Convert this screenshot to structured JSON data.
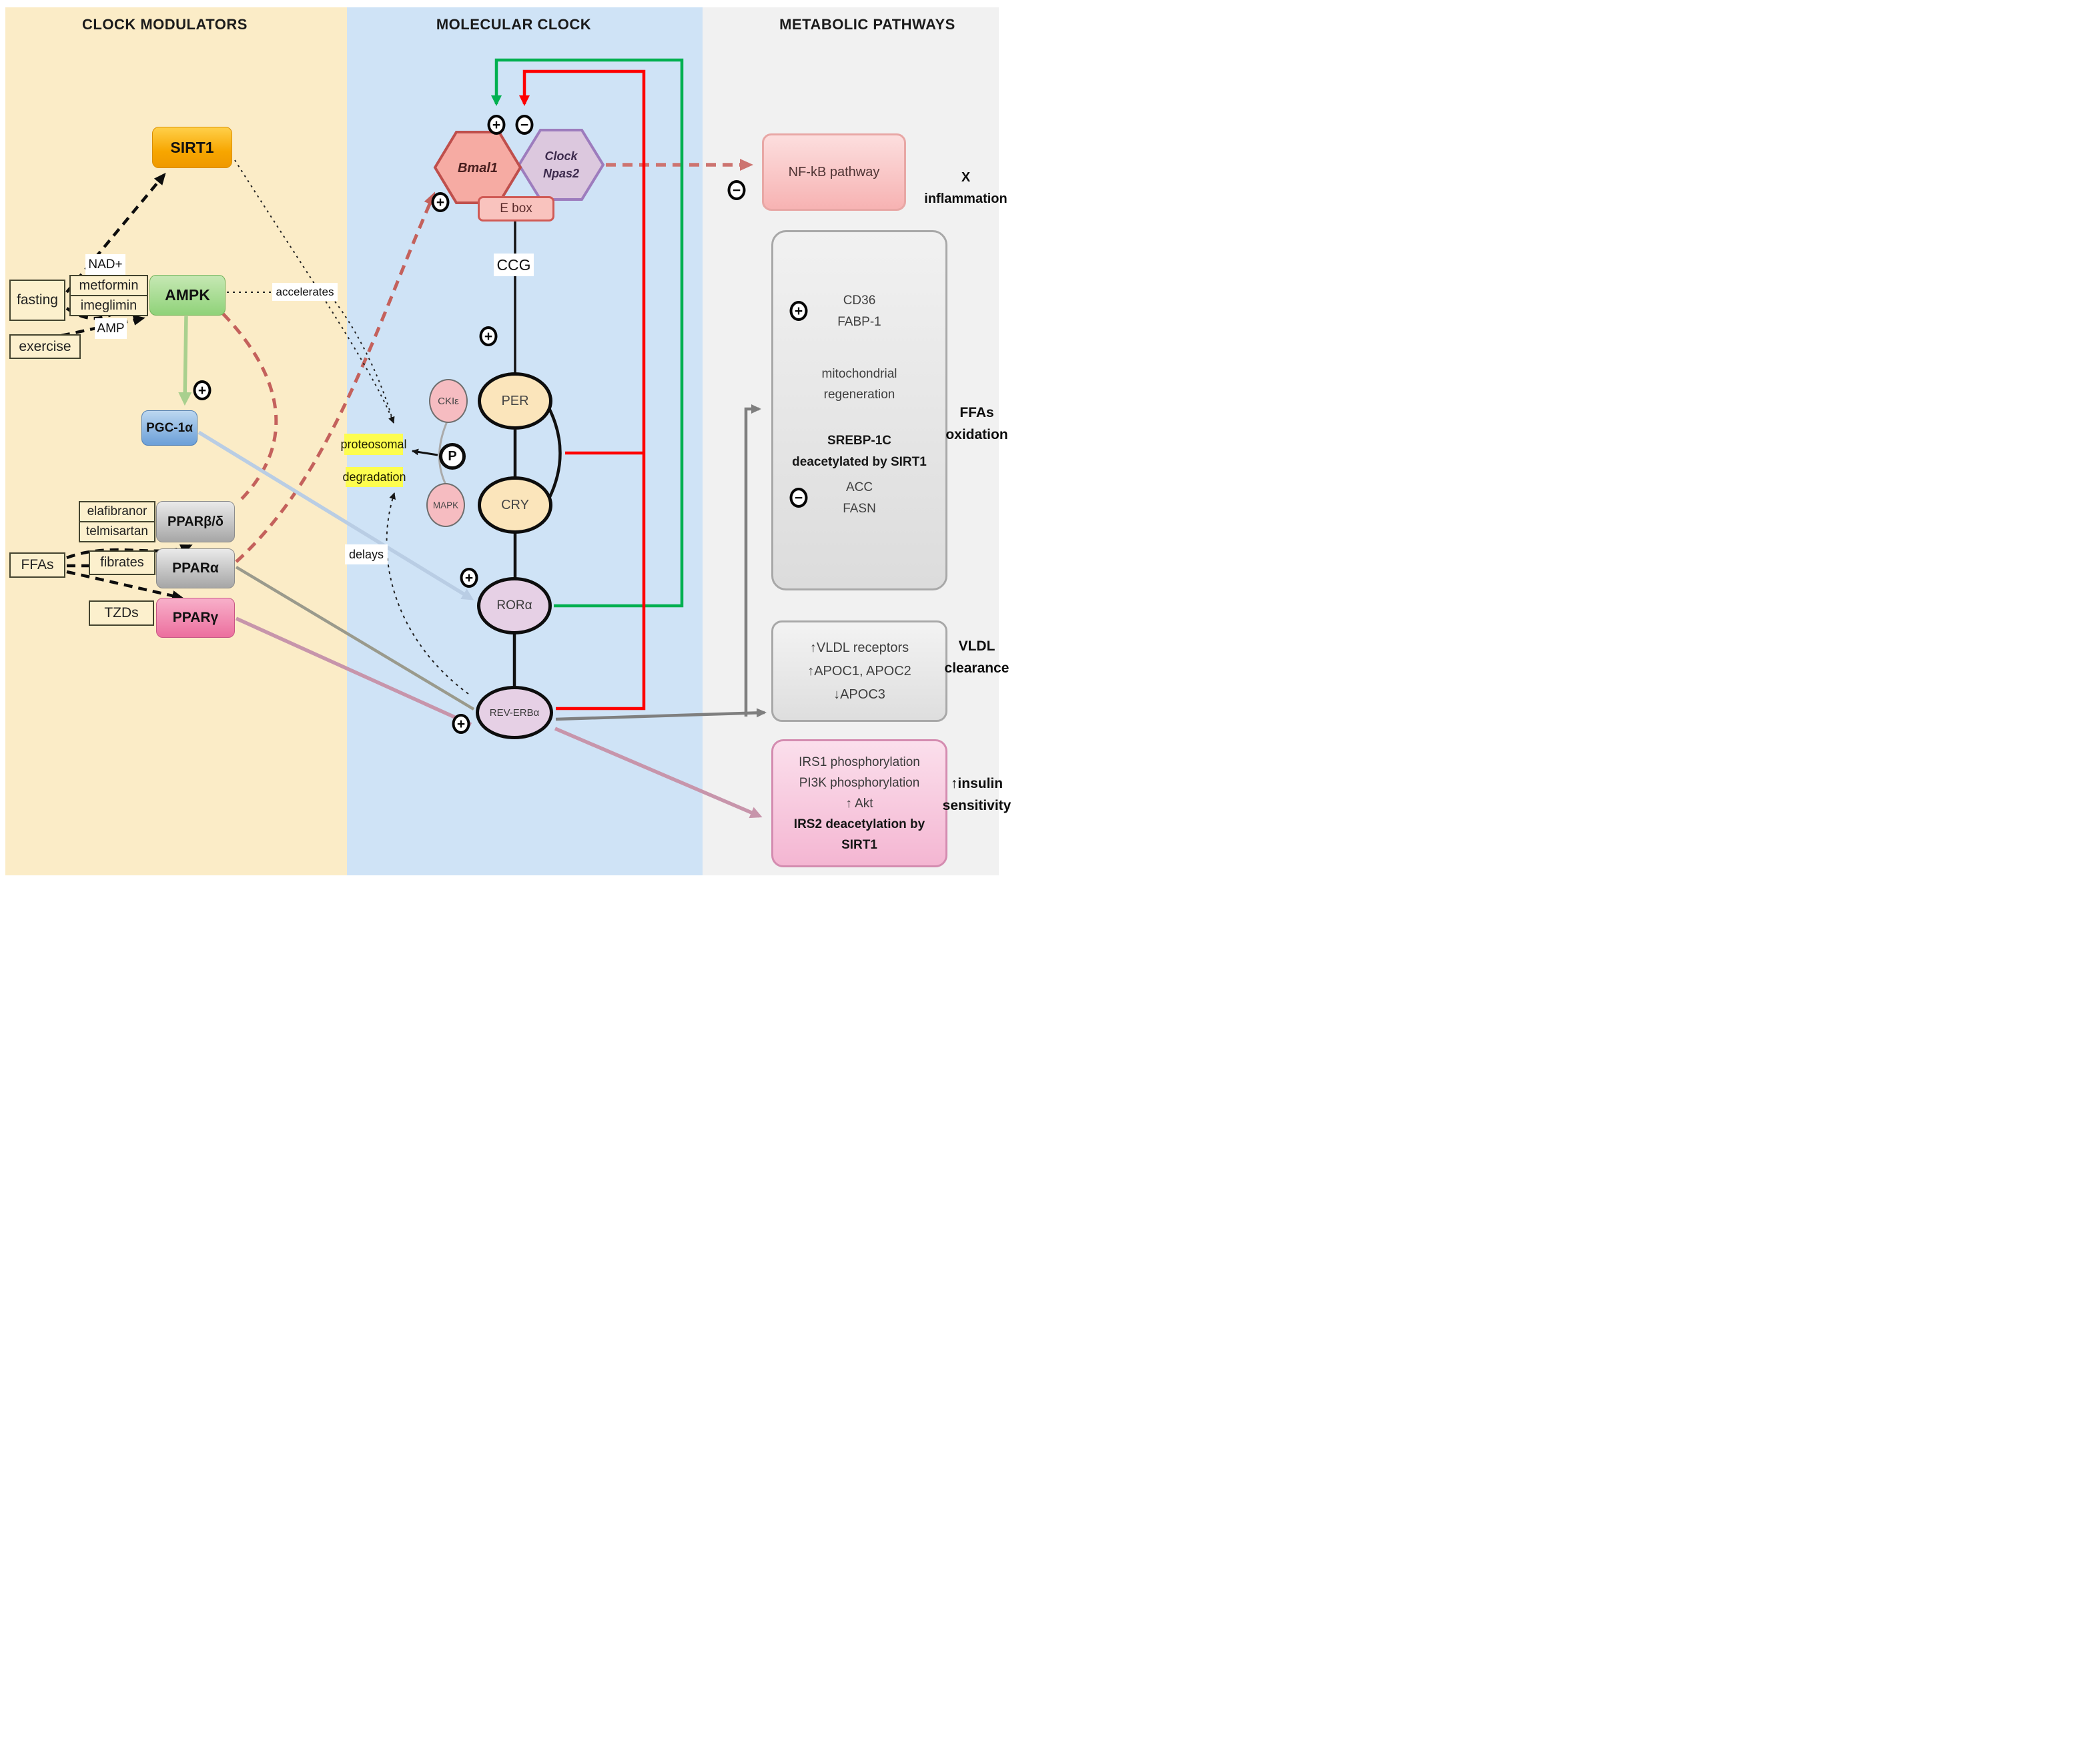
{
  "page": {
    "title_left": "CLOCK MODULATORS",
    "title_center": "MOLECULAR CLOCK",
    "title_right": "METABOLIC PATHWAYS"
  },
  "signs": {
    "plus": "+",
    "minus": "−"
  },
  "modulators": {
    "sirt1": "SIRT1",
    "fasting": "fasting",
    "nad": "NAD+",
    "amp": "AMP",
    "metformin": "metformin",
    "imeglimin": "imeglimin",
    "ampk": "AMPK",
    "accelerates": "accelerates",
    "exercise": "exercise",
    "pgc1a": "PGC-1α",
    "elafibranor": "elafibranor",
    "telmisartan": "telmisartan",
    "ppar_bd": "PPARβ/δ",
    "ffas": "FFAs",
    "fibrates": "fibrates",
    "ppar_a": "PPARα",
    "tzds": "TZDs",
    "ppar_g": "PPARγ"
  },
  "clock": {
    "bmal1": "Bmal1",
    "clock": "Clock",
    "npas2": "Npas2",
    "ebox": "E box",
    "ccg": "CCG",
    "per": "PER",
    "ckie": "CKIε",
    "phospho": "P",
    "mapk": "MAPK",
    "cry": "CRY",
    "rora": "RORα",
    "reverba": "REV-ERBα",
    "proteosomal": "proteosomal",
    "degradation": "degradation",
    "delays": "delays"
  },
  "metabolic": {
    "nfkb": "NF-kB pathway",
    "inflammation": [
      "X",
      "inflammation"
    ],
    "ffa_box": [
      "CD36",
      "FABP-1",
      "mitochondrial",
      "regeneration",
      "SREBP-1C",
      "deacetylated by SIRT1",
      "ACC",
      "FASN"
    ],
    "ffa_label": [
      "FFAs",
      "oxidation"
    ],
    "vldl_box": [
      "↑VLDL receptors",
      "↑APOC1, APOC2",
      "↓APOC3"
    ],
    "vldl_label": [
      "VLDL",
      "clearance"
    ],
    "insulin_box": [
      "IRS1 phosphorylation",
      "PI3K phosphorylation",
      "↑ Akt",
      "IRS2 deacetylation by",
      "SIRT1"
    ],
    "insulin_label": [
      "↑insulin",
      "sensitivity"
    ]
  }
}
